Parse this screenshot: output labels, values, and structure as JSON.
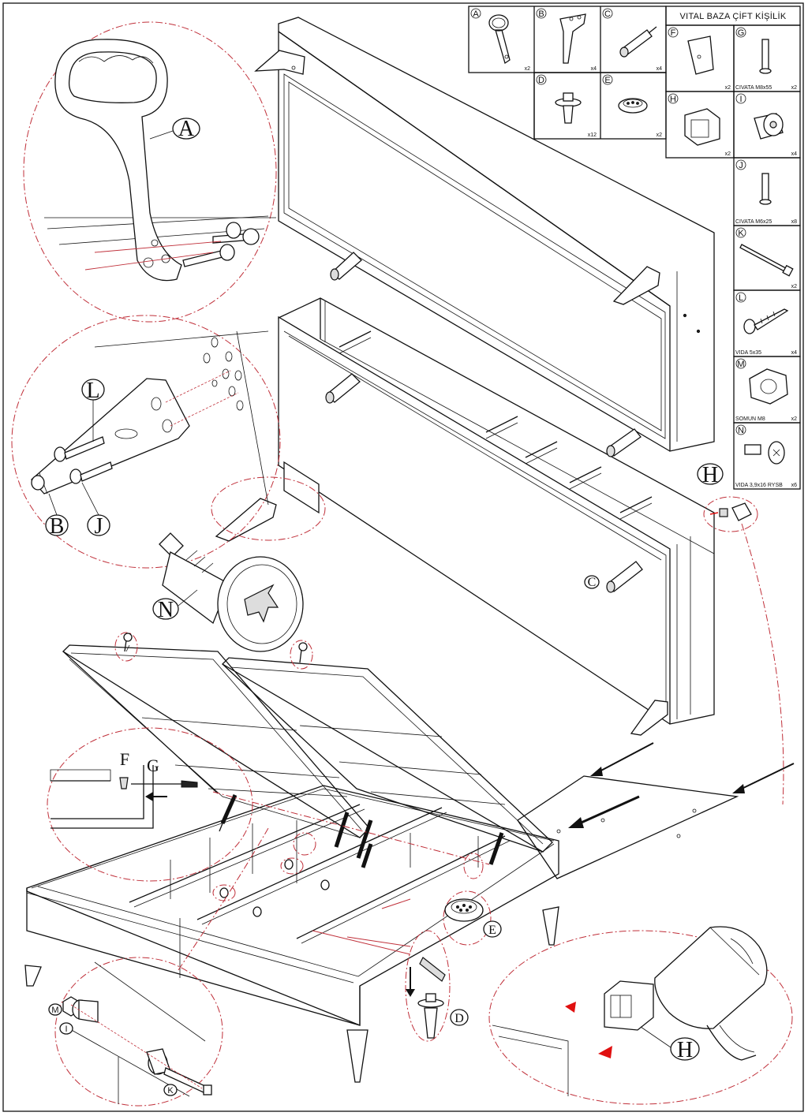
{
  "title": "VITAL BAZA ÇİFT KİŞİLİK",
  "parts": [
    {
      "letter": "A",
      "qty": "x2",
      "caption": ""
    },
    {
      "letter": "B",
      "qty": "x4",
      "caption": ""
    },
    {
      "letter": "C",
      "qty": "x4",
      "caption": ""
    },
    {
      "letter": "D",
      "qty": "x12",
      "caption": ""
    },
    {
      "letter": "E",
      "qty": "x2",
      "caption": ""
    },
    {
      "letter": "F",
      "qty": "x2",
      "caption": ""
    },
    {
      "letter": "G",
      "qty": "x2",
      "caption": "CIVATA M8x55"
    },
    {
      "letter": "H",
      "qty": "x2",
      "caption": ""
    },
    {
      "letter": "I",
      "qty": "x4",
      "caption": ""
    },
    {
      "letter": "J",
      "qty": "x8",
      "caption": "CIVATA M6x25"
    },
    {
      "letter": "K",
      "qty": "x2",
      "caption": ""
    },
    {
      "letter": "L",
      "qty": "x4",
      "caption": "VIDA 5x35"
    },
    {
      "letter": "M",
      "qty": "x2",
      "caption": "SOMUN M8"
    },
    {
      "letter": "N",
      "qty": "x6",
      "caption": "VIDA 3,9x16 RYSB"
    }
  ],
  "callouts": {
    "A": "A",
    "L": "L",
    "B": "B",
    "J": "J",
    "N": "N",
    "H_top": "H",
    "C": "C",
    "F": "F",
    "G": "G",
    "E": "E",
    "D": "D",
    "M": "M",
    "I": "I",
    "K": "K",
    "H_bottom": "H"
  },
  "icons": [
    "handle-icon",
    "leg-icon",
    "cylinder-pin-icon",
    "push-rivet-icon",
    "vent-cap-icon",
    "wedge-block-icon",
    "bolt-icon",
    "square-cap-icon",
    "bushing-icon",
    "screw-icon",
    "nut-icon",
    "hammer-icon",
    "arrow-icon"
  ],
  "colors": {
    "line": "#111111",
    "leader": "#c0303a",
    "arrow_red": "#e01010"
  }
}
